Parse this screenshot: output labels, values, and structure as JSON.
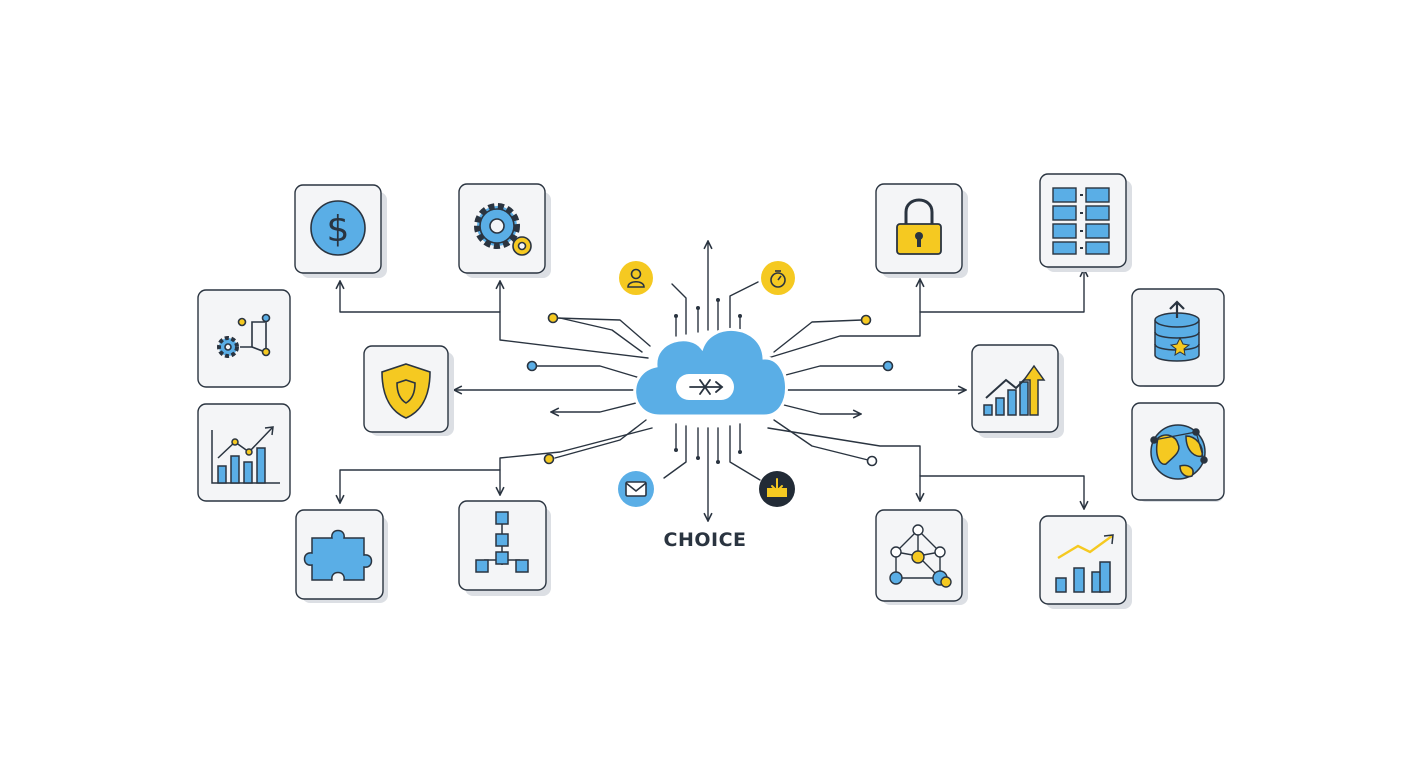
{
  "caption": "CHOICE",
  "colors": {
    "accent_blue": "#5aaee6",
    "accent_yellow": "#f5c921",
    "outline": "#2a3440",
    "tile_bg": "#f4f5f7",
    "shadow": "#dcdfe4",
    "dark_badge": "#222b36"
  },
  "hub": {
    "icon": "cloud-merge-icon"
  },
  "tiles": [
    {
      "name": "dollar",
      "icon": "dollar-circle-icon"
    },
    {
      "name": "gears",
      "icon": "gears-icon"
    },
    {
      "name": "workflow",
      "icon": "gear-workflow-icon"
    },
    {
      "name": "shield",
      "icon": "shield-icon"
    },
    {
      "name": "growth-chart",
      "icon": "bar-line-chart-icon"
    },
    {
      "name": "puzzle",
      "icon": "puzzle-piece-icon"
    },
    {
      "name": "hierarchy",
      "icon": "hierarchy-icon"
    },
    {
      "name": "lock",
      "icon": "padlock-icon"
    },
    {
      "name": "server-grid",
      "icon": "server-rack-icon"
    },
    {
      "name": "database-upload",
      "icon": "database-upload-icon"
    },
    {
      "name": "rising-bars",
      "icon": "rising-bars-arrow-icon"
    },
    {
      "name": "globe",
      "icon": "globe-network-icon"
    },
    {
      "name": "network",
      "icon": "network-nodes-icon"
    },
    {
      "name": "trend-chart",
      "icon": "trend-chart-icon"
    }
  ],
  "badges": [
    {
      "name": "user",
      "icon": "user-icon"
    },
    {
      "name": "timer",
      "icon": "timer-icon"
    },
    {
      "name": "mail",
      "icon": "mail-icon"
    },
    {
      "name": "inbox",
      "icon": "inbox-download-icon"
    }
  ]
}
